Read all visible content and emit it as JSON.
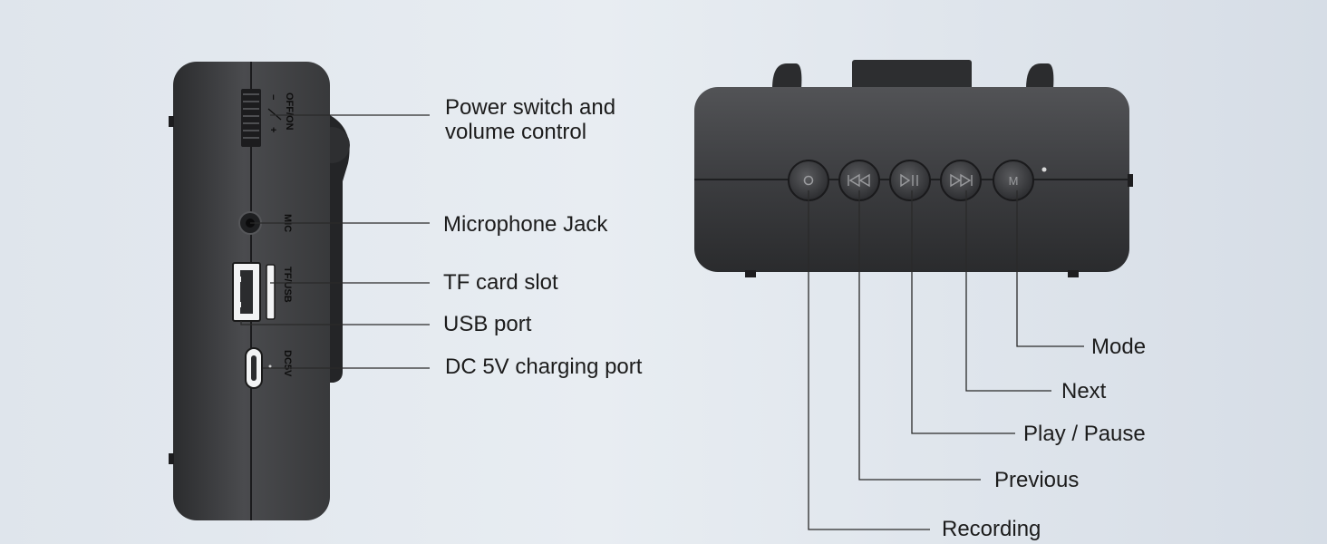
{
  "side_view": {
    "callouts": [
      {
        "id": "power",
        "lines": [
          "Power switch and",
          "volume control"
        ]
      },
      {
        "id": "mic",
        "lines": [
          "Microphone Jack"
        ]
      },
      {
        "id": "tf",
        "lines": [
          "TF card slot"
        ]
      },
      {
        "id": "usb",
        "lines": [
          "USB port"
        ]
      },
      {
        "id": "dc",
        "lines": [
          "DC 5V charging port"
        ]
      }
    ],
    "printed_labels": {
      "off_on": "OFF/ON",
      "minus": "−",
      "plus": "+",
      "mic": "MIC",
      "tf_usb": "TF/USB",
      "dc5v": "DC5V"
    }
  },
  "front_view": {
    "buttons": [
      {
        "id": "recording",
        "icon": "record-icon",
        "label": "Recording"
      },
      {
        "id": "previous",
        "icon": "previous-track-icon",
        "label": "Previous"
      },
      {
        "id": "play_pause",
        "icon": "play-pause-icon",
        "label": "Play / Pause"
      },
      {
        "id": "next",
        "icon": "next-track-icon",
        "label": "Next"
      },
      {
        "id": "mode",
        "icon": "mode-m-icon",
        "button_glyph": "M",
        "label": "Mode"
      }
    ]
  },
  "colors": {
    "device_body": "#3a3b3d",
    "device_dark": "#202123",
    "leader_line": "#2a2a2a",
    "background": "#e3e8ee"
  }
}
